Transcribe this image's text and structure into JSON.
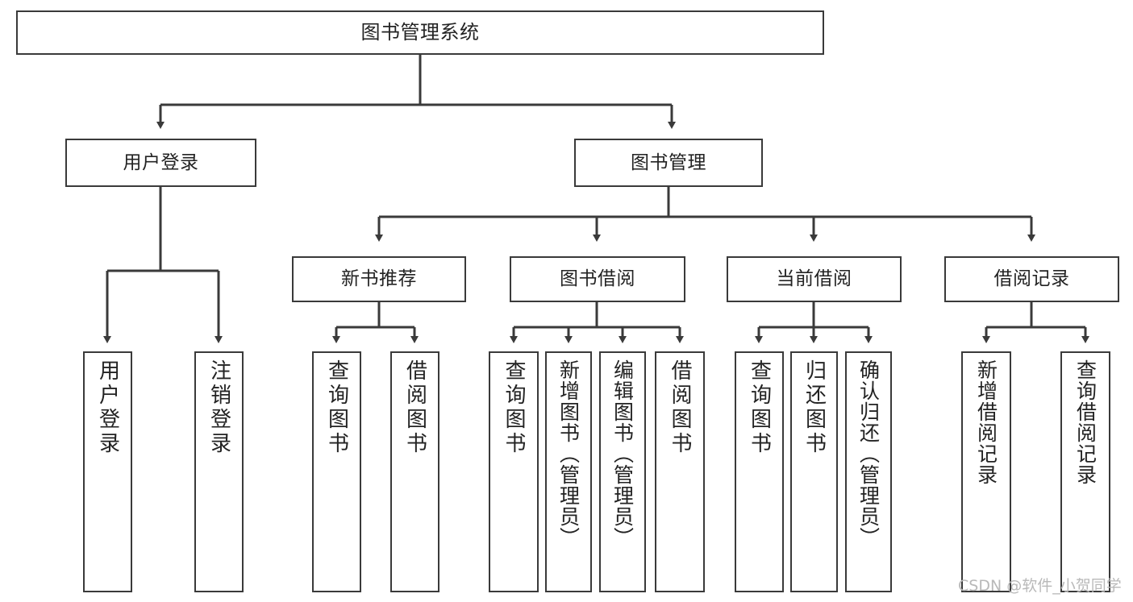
{
  "diagram": {
    "type": "tree",
    "title": "图书管理系统",
    "watermark": "CSDN @软件_小贺同学",
    "colors": {
      "background": "#ffffff",
      "box_border": "#3a3a3a",
      "connector": "#3a3a3a",
      "text": "#232323",
      "watermark": "#b9b9b9"
    },
    "nodes": {
      "root": {
        "label": "图书管理系统"
      },
      "level1": [
        {
          "id": "user-login",
          "label": "用户登录"
        },
        {
          "id": "book-manage",
          "label": "图书管理"
        }
      ],
      "level2": [
        {
          "id": "new-book-recommend",
          "label": "新书推荐",
          "parent": "book-manage"
        },
        {
          "id": "book-borrow",
          "label": "图书借阅",
          "parent": "book-manage"
        },
        {
          "id": "current-borrow",
          "label": "当前借阅",
          "parent": "book-manage"
        },
        {
          "id": "borrow-record",
          "label": "借阅记录",
          "parent": "book-manage"
        }
      ],
      "leaves": [
        {
          "id": "leaf-user-login",
          "label": "用户登录",
          "parent": "user-login"
        },
        {
          "id": "leaf-logout",
          "label": "注销登录",
          "parent": "user-login"
        },
        {
          "id": "leaf-query-book-1",
          "label": "查询图书",
          "parent": "new-book-recommend"
        },
        {
          "id": "leaf-borrow-book-1",
          "label": "借阅图书",
          "parent": "new-book-recommend"
        },
        {
          "id": "leaf-query-book-2",
          "label": "查询图书",
          "parent": "book-borrow"
        },
        {
          "id": "leaf-add-book",
          "label": "新增图书（管理员）",
          "parent": "book-borrow"
        },
        {
          "id": "leaf-edit-book",
          "label": "编辑图书（管理员）",
          "parent": "book-borrow"
        },
        {
          "id": "leaf-borrow-book-2",
          "label": "借阅图书",
          "parent": "book-borrow"
        },
        {
          "id": "leaf-query-book-3",
          "label": "查询图书",
          "parent": "current-borrow"
        },
        {
          "id": "leaf-return-book",
          "label": "归还图书",
          "parent": "current-borrow"
        },
        {
          "id": "leaf-confirm-return",
          "label": "确认归还（管理员）",
          "parent": "current-borrow"
        },
        {
          "id": "leaf-add-record",
          "label": "新增借阅记录",
          "parent": "borrow-record"
        },
        {
          "id": "leaf-query-record",
          "label": "查询借阅记录",
          "parent": "borrow-record"
        }
      ]
    }
  }
}
